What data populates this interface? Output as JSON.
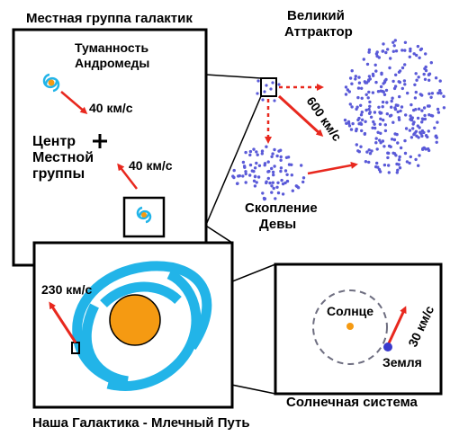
{
  "labels": {
    "local_group_title": "Местная группа галактик",
    "great_attractor_line1": "Великий",
    "great_attractor_line2": "Аттрактор",
    "andromeda_line1": "Туманность",
    "andromeda_line2": "Андромеды",
    "andromeda_speed": "40 км/с",
    "center_line1": "Центр",
    "center_line2": "Местной",
    "center_line3": "группы",
    "milkyway_speed": "40 км/с",
    "attractor_speed": "600 км/с",
    "virgo_line1": "Скопление",
    "virgo_line2": "Девы",
    "galaxy_speed": "230 км/с",
    "sun": "Солнце",
    "earth_speed": "30 км/с",
    "earth": "Земля",
    "solar_system_title": "Солнечная система",
    "milky_way_title": "Наша Галактика - Млечный Путь"
  },
  "colors": {
    "arrow": "#e8281e",
    "dots": "#5a5ad8",
    "spiral": "#22b4e8",
    "core": "#f59a12",
    "earth": "#3a3acc",
    "dashed": "#6e6e80"
  }
}
